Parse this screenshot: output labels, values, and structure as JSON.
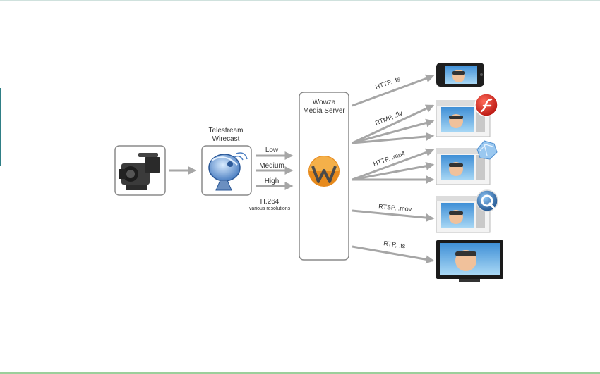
{
  "source": {
    "title_line1": "Telestream",
    "title_line2": "Wirecast"
  },
  "encoder": {
    "streams": [
      "Low",
      "Medium",
      "High"
    ],
    "codec": "H.264",
    "codec_note": "various resolutions"
  },
  "server": {
    "title_line1": "Wowza",
    "title_line2": "Media Server"
  },
  "outputs": [
    {
      "protocol": "HTTP, .ts",
      "device": "phone",
      "badge": ""
    },
    {
      "protocol": "RTMP, .flv",
      "device": "browser-window",
      "badge": "flash-icon"
    },
    {
      "protocol": "HTTP, .mp4",
      "device": "browser-window",
      "badge": "silverlight-icon"
    },
    {
      "protocol": "RTSP, .mov",
      "device": "browser-window",
      "badge": "quicktime-icon"
    },
    {
      "protocol": "RTP, .ts",
      "device": "television",
      "badge": ""
    }
  ],
  "colors": {
    "arrow": "#a6a6a6",
    "box_border": "#8a8a8a",
    "flash": "#d8201c",
    "quicktime": "#1f5d9e",
    "silverlight": "#69a9e3",
    "wowza_orange": "#e78a1c"
  }
}
